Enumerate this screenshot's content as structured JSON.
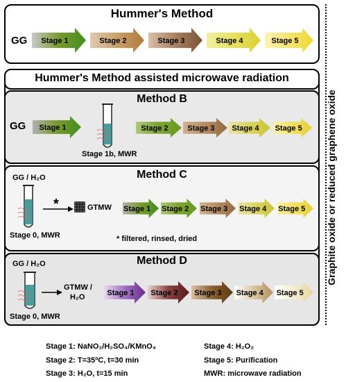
{
  "hummers": {
    "title": "Hummer's Method",
    "start": "GG",
    "stages": [
      {
        "label": "Stage 1",
        "colors": [
          "#c8c8c8",
          "#7a9a2a",
          "#3f8f1f"
        ]
      },
      {
        "label": "Stage 2",
        "colors": [
          "#e0c9b0",
          "#c9a06a",
          "#b07a3a"
        ]
      },
      {
        "label": "Stage 3",
        "colors": [
          "#d9bfa5",
          "#a88060",
          "#7a5535"
        ]
      },
      {
        "label": "Stage 4",
        "colors": [
          "#f3f0a0",
          "#e6e060",
          "#d9d030"
        ]
      },
      {
        "label": "Stage 5",
        "colors": [
          "#fff3b0",
          "#f7e470",
          "#f0d830"
        ]
      }
    ]
  },
  "assisted": {
    "title": "Hummer's Method assisted microwave radiation"
  },
  "method_b": {
    "title": "Method B",
    "start": "GG",
    "tube_caption": "Stage 1b, MWR",
    "stages": [
      {
        "label": "Stage 1",
        "colors": [
          "#b0b0b0",
          "#7a9a2a",
          "#3f8f1f"
        ]
      },
      {
        "label": "Stage 2",
        "colors": [
          "#aec67a",
          "#7ca22e",
          "#6a9a20"
        ]
      },
      {
        "label": "Stage 3",
        "colors": [
          "#d0b28d",
          "#b48a60",
          "#946a40"
        ]
      },
      {
        "label": "Stage 4",
        "colors": [
          "#e9e4a0",
          "#d9d460",
          "#c9c430"
        ]
      },
      {
        "label": "Stage 5",
        "colors": [
          "#fff3a0",
          "#f2e060",
          "#e6cf30"
        ]
      }
    ]
  },
  "method_c": {
    "title": "Method C",
    "start": "GG / H₂O",
    "tube_caption": "Stage 0, MWR",
    "product": "GTMW",
    "asterisk": "*",
    "footnote": "* filtered, rinsed, dried",
    "stages": [
      {
        "label": "Stage 1",
        "colors": [
          "#b0b0b0",
          "#7a9a2a",
          "#3f8f1f"
        ]
      },
      {
        "label": "Stage 2",
        "colors": [
          "#aec67a",
          "#7ca22e",
          "#6a9a20"
        ]
      },
      {
        "label": "Stage 3",
        "colors": [
          "#d0b28d",
          "#b48a60",
          "#946a40"
        ]
      },
      {
        "label": "Stage 4",
        "colors": [
          "#e9e4a0",
          "#d9d460",
          "#c9c430"
        ]
      },
      {
        "label": "Stage 5",
        "colors": [
          "#fff3a0",
          "#f2e060",
          "#e6cf30"
        ]
      }
    ]
  },
  "method_d": {
    "title": "Method D",
    "start": "GG / H₂O",
    "tube_caption": "Stage 0, MWR",
    "product": "GTMW /",
    "product2": "H₂O",
    "stages": [
      {
        "label": "Stage 1",
        "colors": [
          "#e8d8f0",
          "#a070c0",
          "#6a2a90"
        ]
      },
      {
        "label": "Stage 2",
        "colors": [
          "#e8d0d0",
          "#8a4040",
          "#5a1a1a"
        ]
      },
      {
        "label": "Stage 3",
        "colors": [
          "#d8c0a0",
          "#8a6030",
          "#5a3a10"
        ]
      },
      {
        "label": "Stage 4",
        "colors": [
          "#ffffff",
          "#d9c6a0",
          "#b09060"
        ]
      },
      {
        "label": "Stage 5",
        "colors": [
          "#ffffff",
          "#f5ecd0",
          "#e6d6a0"
        ]
      }
    ]
  },
  "legend": {
    "s1": "Stage 1: NaNO₂/H₂SO₄/KMnO₄",
    "s2": "Stage 2: T=35ºC, t=30 min",
    "s3": "Stage 3: H₂O, t=15 min",
    "s4": "Stage 4: H₂O₂",
    "s5": "Stage 5: Purification",
    "mwr": "MWR: microwave radiation"
  },
  "side_label": "Graphite oxide or reduced graphene oxide"
}
